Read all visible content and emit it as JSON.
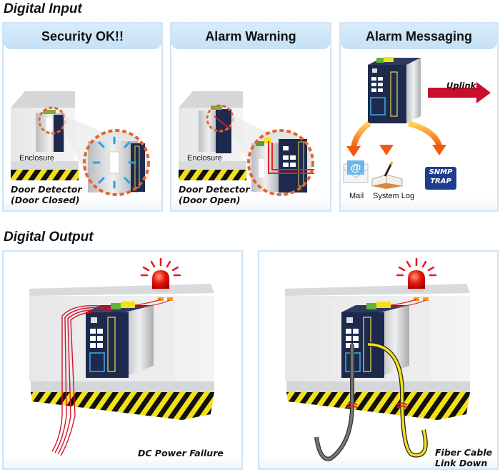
{
  "sections": {
    "input_title": "Digital Input",
    "output_title": "Digital Output"
  },
  "input_panels": [
    {
      "title": "Security OK!!",
      "enclosure_label": "Enclosure",
      "caption_line1": "Door Detector",
      "caption_line2": "(Door Closed)"
    },
    {
      "title": "Alarm Warning",
      "enclosure_label": "Enclosure",
      "caption_line1": "Door Detector",
      "caption_line2": "(Door Open)"
    },
    {
      "title": "Alarm Messaging",
      "uplink_label": "Uplink",
      "targets": [
        "Mail",
        "System Log"
      ],
      "snmp_line1": "SNMP",
      "snmp_line2": "TRAP"
    }
  ],
  "output_panels": [
    {
      "caption_line1": "DC Power Failure"
    },
    {
      "caption_line1": "Fiber Cable",
      "caption_line2": "Link Down"
    }
  ],
  "colors": {
    "panel_border": "#cfe4f5",
    "header_fill": "#cde6f7",
    "dashed_circle": "#e8632a",
    "alarm_red": "#e01b1b",
    "uplink_arrow": "#c8102e",
    "orange_arrow": "#f26b12",
    "switch_navy": "#1d2a4d",
    "hazard_yellow": "#f3e117",
    "snmp_blue": "#1f3d8f"
  }
}
